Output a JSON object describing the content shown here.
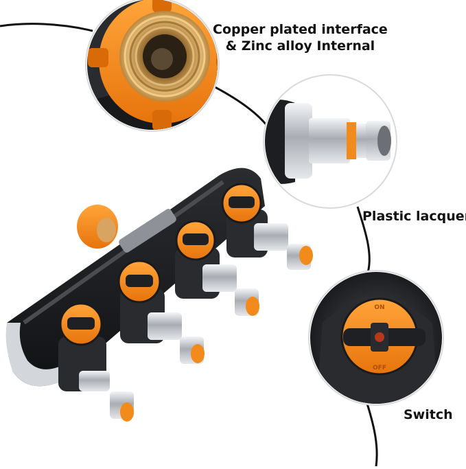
{
  "callouts": {
    "interface_line1": "Copper plated interface",
    "interface_line2": "& Zinc alloy Internal",
    "lacquer": "Plastic lacquer",
    "switch": "Switch"
  },
  "switch_knob": {
    "on_text": "ON",
    "off_text": "OFF"
  },
  "colors": {
    "accent_orange": "#f28a1c",
    "body_black": "#1c1d20",
    "chrome": "#c9ccd1",
    "brass": "#c79a55",
    "wire": "#111111"
  }
}
